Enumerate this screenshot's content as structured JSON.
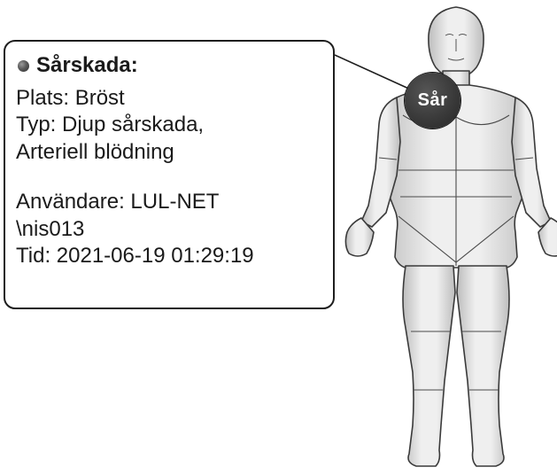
{
  "callout": {
    "title": "Sårskada:",
    "location": "Plats: Bröst",
    "type_line1": "Typ: Djup sårskada,",
    "type_line2": "Arteriell blödning",
    "user_line1": "Användare: LUL-NET",
    "user_line2": "\\nis013",
    "time": "Tid: 2021-06-19 01:29:19"
  },
  "marker": {
    "label": "Sår"
  },
  "icons": {
    "status": "status-dot-icon",
    "figure": "human-body-front-icon"
  },
  "colors": {
    "marker": "#3a3a3a",
    "border": "#1e1e1e"
  }
}
